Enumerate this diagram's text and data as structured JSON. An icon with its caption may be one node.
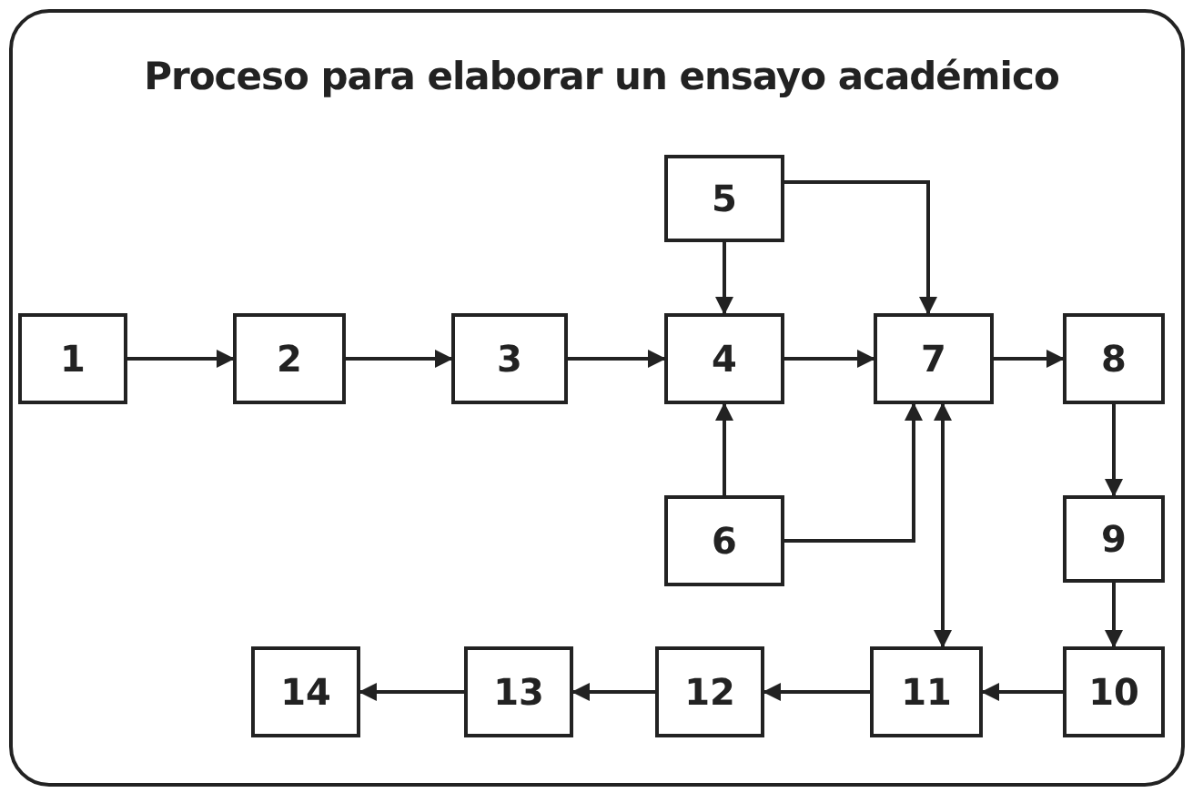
{
  "diagram": {
    "title": "Proceso para elaborar un ensayo académico",
    "nodes": [
      {
        "text": [
          "1"
        ]
      },
      {
        "text": [
          "2"
        ]
      },
      {
        "text": [
          "3"
        ]
      },
      {
        "text": [
          "4"
        ]
      },
      {
        "text": [
          "5"
        ]
      },
      {
        "text": [
          "6"
        ]
      },
      {
        "text": [
          "7"
        ]
      },
      {
        "text": [
          "8"
        ]
      },
      {
        "text": [
          "9"
        ]
      },
      {
        "text": [
          "10"
        ]
      },
      {
        "text": [
          "11"
        ]
      },
      {
        "text": [
          "12"
        ]
      },
      {
        "text": [
          "13"
        ]
      },
      {
        "text": [
          "14"
        ]
      }
    ],
    "edges": [
      {
        "from": 0,
        "to": 1,
        "arrow": "to"
      },
      {
        "from": 1,
        "to": 2,
        "arrow": "to"
      },
      {
        "from": 2,
        "to": 3,
        "arrow": "to"
      },
      {
        "from": 4,
        "to": 3,
        "arrow": "to"
      },
      {
        "from": 5,
        "to": 3,
        "arrow": "to"
      },
      {
        "from": 3,
        "to": 6,
        "arrow": "to"
      },
      {
        "from": 4,
        "to": 6,
        "arrow": "to"
      },
      {
        "from": 5,
        "to": 6,
        "arrow": "to"
      },
      {
        "from": 6,
        "to": 7,
        "arrow": "to"
      },
      {
        "from": 7,
        "to": 8,
        "arrow": "to"
      },
      {
        "from": 8,
        "to": 9,
        "arrow": "to"
      },
      {
        "from": 6,
        "to": 10,
        "arrow": "both"
      },
      {
        "from": 9,
        "to": 10,
        "arrow": "to"
      },
      {
        "from": 10,
        "to": 11,
        "arrow": "to"
      },
      {
        "from": 11,
        "to": 12,
        "arrow": "to"
      },
      {
        "from": 12,
        "to": 13,
        "arrow": "to"
      }
    ]
  }
}
